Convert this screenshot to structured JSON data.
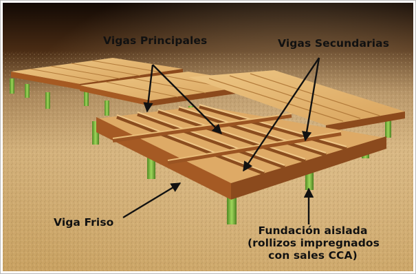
{
  "labels": {
    "vigas_principales": "Vigas Principales",
    "vigas_secundarias": "Vigas Secundarias",
    "viga_friso": "Viga Friso",
    "fundacion": [
      "Fundación aislada",
      "(rollizos impregnados",
      "con sales CCA)"
    ]
  },
  "colors": {
    "background_top": "#1a0e06",
    "sand": "#c9a56b",
    "wood_light": "#e3b772",
    "wood_dark": "#a65a22",
    "post": "#7bbf3a",
    "arrow": "#111111"
  }
}
